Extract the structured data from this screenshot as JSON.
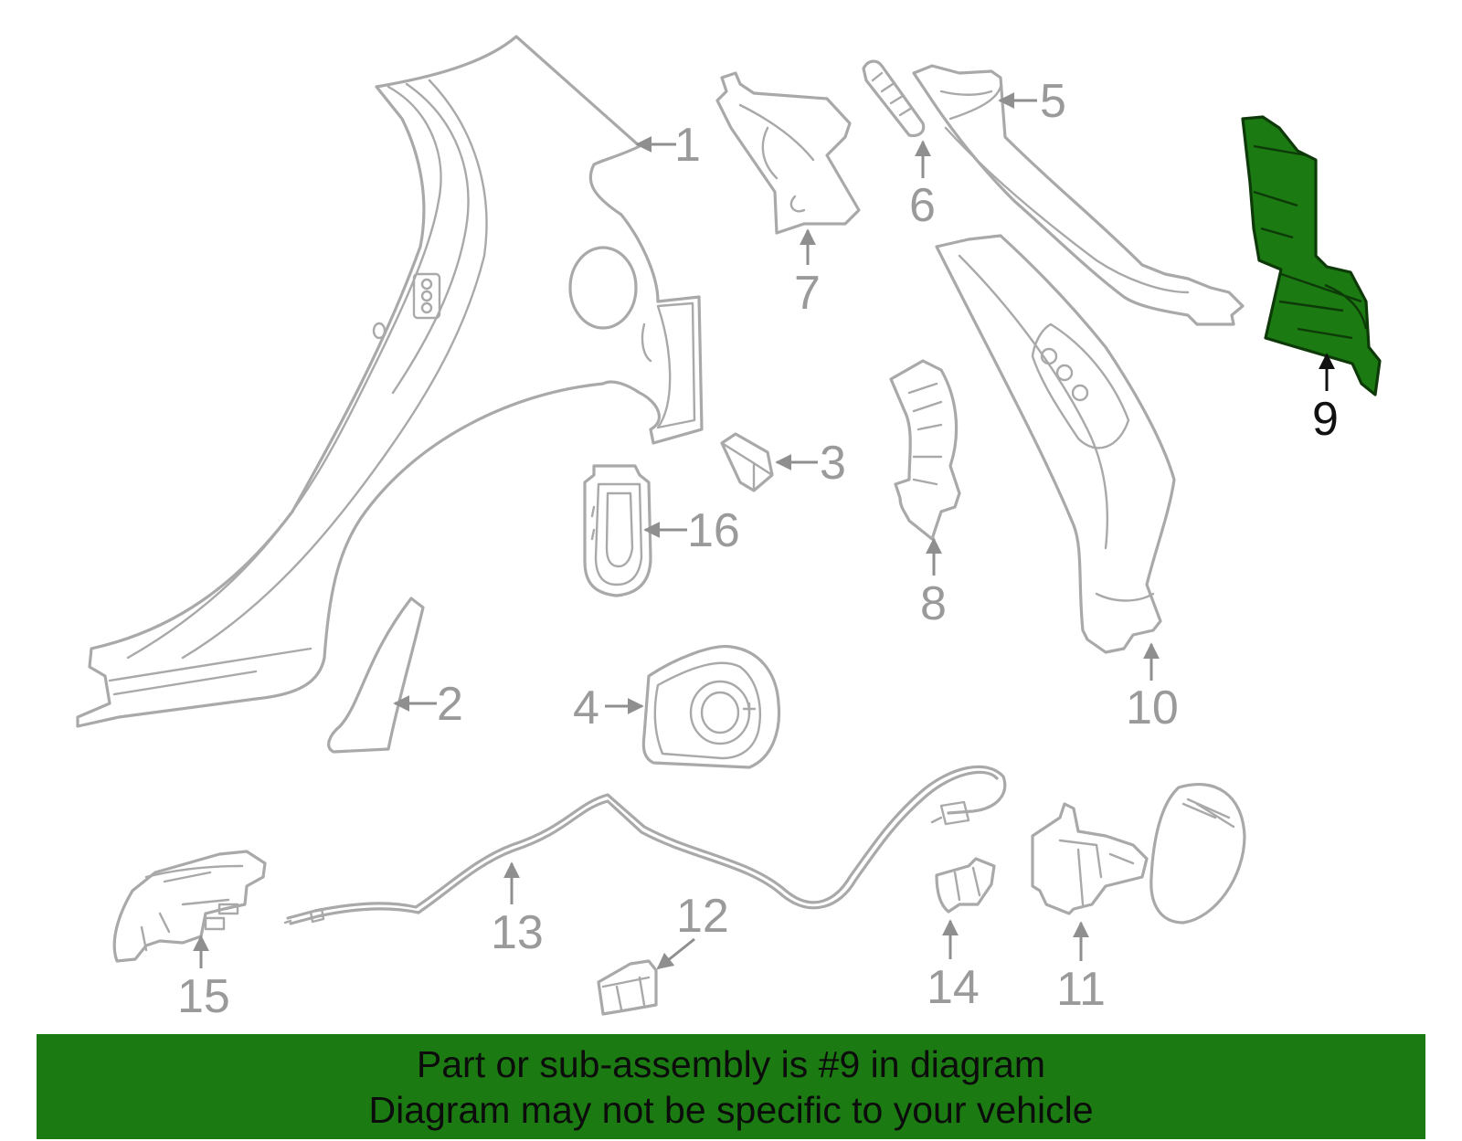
{
  "callouts": {
    "c1": "1",
    "c2": "2",
    "c3": "3",
    "c4": "4",
    "c5": "5",
    "c6": "6",
    "c7": "7",
    "c8": "8",
    "c9": "9",
    "c10": "10",
    "c11": "11",
    "c12": "12",
    "c13": "13",
    "c14": "14",
    "c15": "15",
    "c16": "16"
  },
  "highlight": {
    "part_number": "9",
    "color": "#1b7a12"
  },
  "banner": {
    "line1": "Part or sub-assembly is #9 in diagram",
    "line2": "Diagram may not be specific to your vehicle",
    "color": "#1b7a12"
  }
}
